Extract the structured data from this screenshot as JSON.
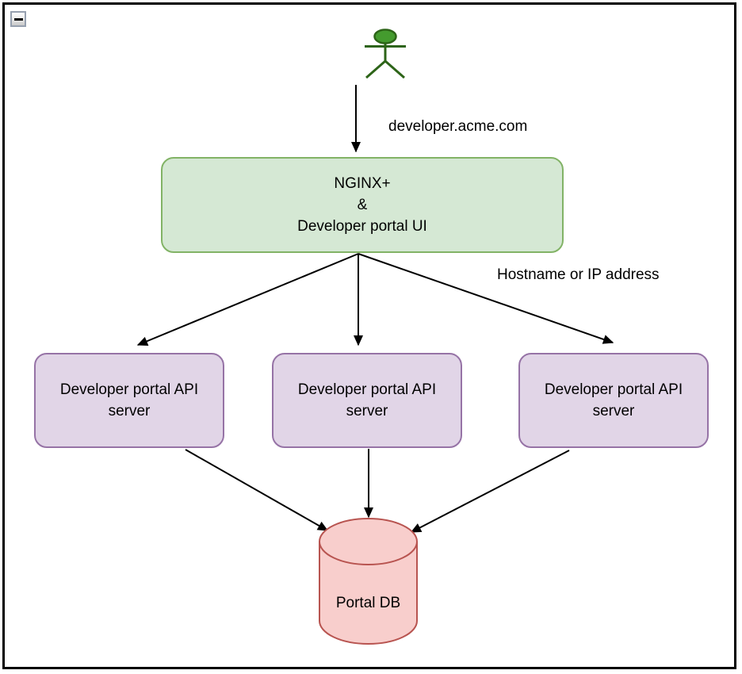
{
  "window": {
    "collapse_control": {
      "icon": "minus-icon"
    }
  },
  "diagram": {
    "edge_labels": {
      "domain": "developer.acme.com",
      "routing": "Hostname or IP address"
    },
    "nodes": {
      "actor": {
        "name": "user"
      },
      "gateway": {
        "label": "NGINX+\n&\nDeveloper portal UI"
      },
      "api_server_1": {
        "label": "Developer portal API\nserver"
      },
      "api_server_2": {
        "label": "Developer portal API\nserver"
      },
      "api_server_3": {
        "label": "Developer portal API\nserver"
      },
      "database": {
        "label": "Portal DB"
      }
    },
    "palette": {
      "gateway_fill": "#d5e8d4",
      "gateway_stroke": "#82b366",
      "api_fill": "#e1d5e7",
      "api_stroke": "#9673a6",
      "db_fill": "#f8cecc",
      "db_stroke": "#b85450",
      "actor_fill": "#449b2e",
      "actor_stroke": "#2d6418",
      "edge_color": "#000000"
    }
  }
}
